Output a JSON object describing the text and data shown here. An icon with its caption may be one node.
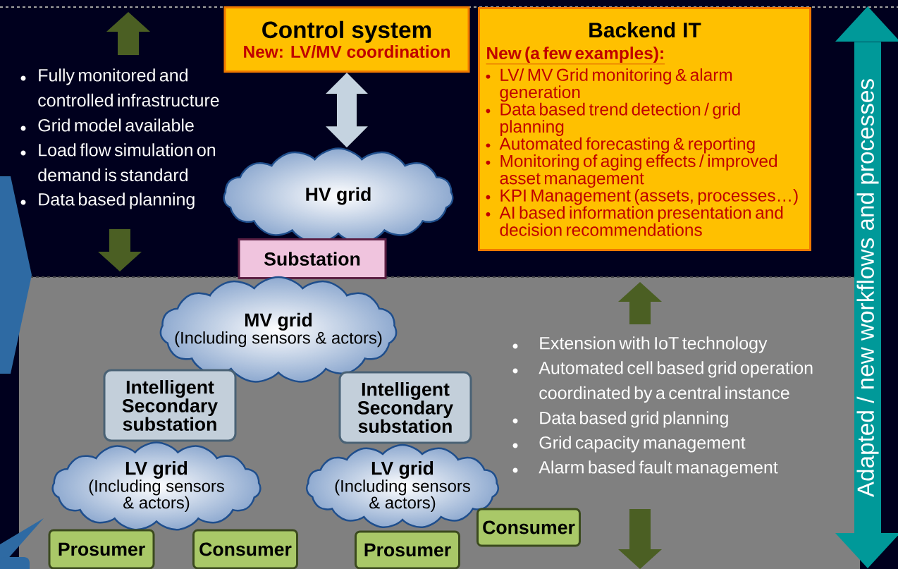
{
  "diagram": {
    "nodes": [
      {
        "text": [
          "Control system",
          "New: LV/MV coordination"
        ]
      },
      {
        "text": [
          "Backend IT",
          "New (a few examples):",
          "LV/ MV Grid monitoring & alarm generation",
          "Data based trend detection / grid planning",
          "Automated forecasting & reporting",
          "Monitoring of aging effects / improved asset management",
          "KPI Management (assets, processes…)",
          "AI based information presentation and decision recommendations"
        ]
      },
      {
        "text": [
          "HV grid"
        ]
      },
      {
        "text": [
          "Substation"
        ]
      },
      {
        "text": [
          "MV grid",
          "(Including sensors & actors)"
        ]
      },
      {
        "text": [
          "Intelligent Secondary substation"
        ]
      },
      {
        "text": [
          "Intelligent Secondary substation"
        ]
      },
      {
        "text": [
          "LV grid",
          "(Including sensors & actors)"
        ]
      },
      {
        "text": [
          "LV grid",
          "(Including sensors & actors)"
        ]
      },
      {
        "text": [
          "Prosumer"
        ]
      },
      {
        "text": [
          "Consumer"
        ]
      },
      {
        "text": [
          "Prosumer"
        ]
      },
      {
        "text": [
          "Consumer"
        ]
      },
      {
        "text": [
          "Adapted / new workflows and processes"
        ]
      }
    ],
    "edges": [
      {
        "from": 0,
        "to": 2,
        "arrow": "both"
      }
    ],
    "labels": [
      "Fully monitored and controlled infrastructure",
      "Grid model available",
      "Load flow simulation on demand is standard",
      "Data based planning",
      "Extension with IoT technology",
      "Automated cell based grid operation coordinated by a central instance",
      "Data based grid planning",
      "Grid capacity management",
      "Alarm based fault management"
    ]
  }
}
